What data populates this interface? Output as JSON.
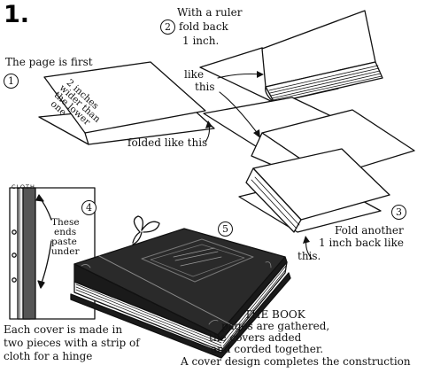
{
  "figure_number": "1.",
  "steps": {
    "step1": {
      "number": "1",
      "text": "The page is first",
      "caption": "folded like this",
      "page_note_lines": [
        "2 inches",
        "wider than",
        "the lower",
        "one"
      ]
    },
    "step2": {
      "number": "2",
      "text_lines": [
        "With a ruler",
        "fold back",
        "1 inch."
      ],
      "pointer_lines": [
        "like",
        "this"
      ]
    },
    "step3": {
      "number": "3",
      "text_lines": [
        "Fold another",
        "1 inch back like",
        "this."
      ]
    },
    "step4": {
      "number": "4",
      "cloth_label": "CLOTH",
      "note_lines": [
        "These",
        "ends",
        "paste",
        "under"
      ],
      "caption_lines": [
        "Each cover is made in",
        "two pieces with a strip of",
        "cloth for a hinge"
      ]
    },
    "step5": {
      "number": "5",
      "caption_lines": [
        "THE BOOK",
        "pages are gathered,",
        "the covers added",
        "and corded together.",
        "A cover design completes the construction"
      ]
    }
  }
}
